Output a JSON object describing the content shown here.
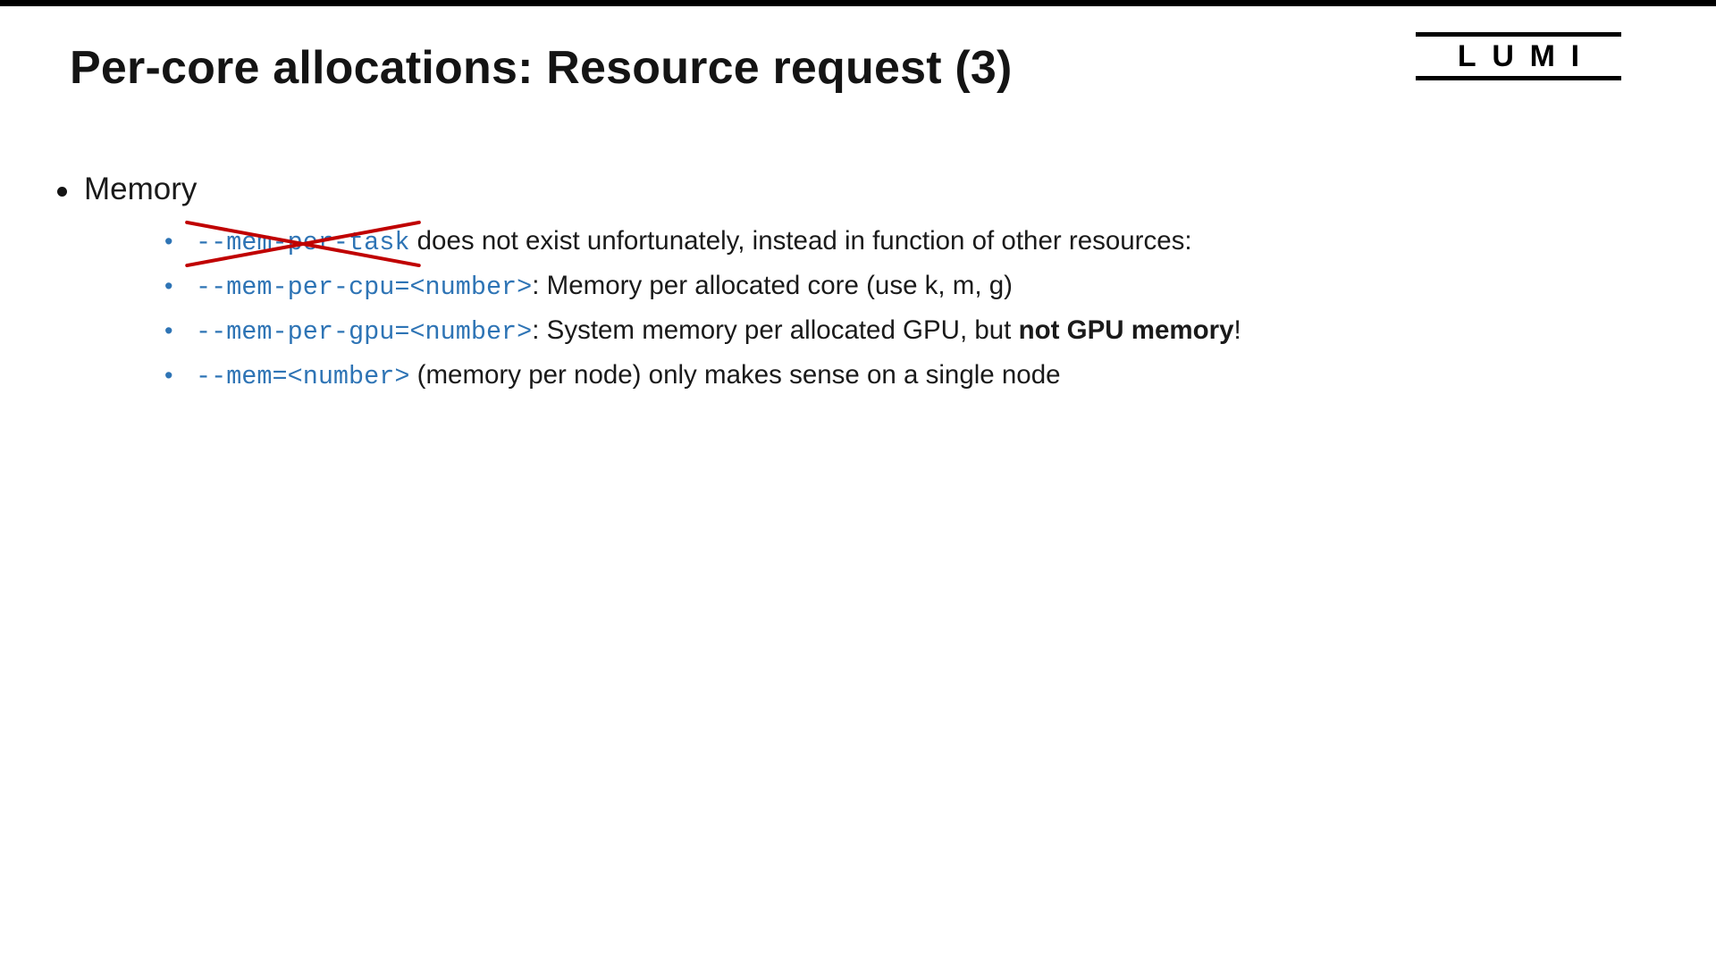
{
  "slide": {
    "title": "Per-core allocations: Resource request (3)",
    "logo_text": "LUMI",
    "section": "Memory",
    "colors": {
      "code_blue": "#2E74B5",
      "cross_red": "#C00000",
      "text": "#1A1A1A"
    },
    "items": [
      {
        "code": "--mem-per-task",
        "text": " does not exist unfortunately, instead in function of other resources:",
        "crossed_out": true
      },
      {
        "code": "--mem-per-cpu=<number>",
        "text": ": Memory per allocated core (use k, m, g)"
      },
      {
        "code": "--mem-per-gpu=<number>",
        "text_before": ": System memory per allocated GPU, but ",
        "bold_text": "not GPU memory",
        "text_after": "!"
      },
      {
        "code": "--mem=<number>",
        "text": " (memory per node) only makes sense on a single node"
      }
    ]
  }
}
